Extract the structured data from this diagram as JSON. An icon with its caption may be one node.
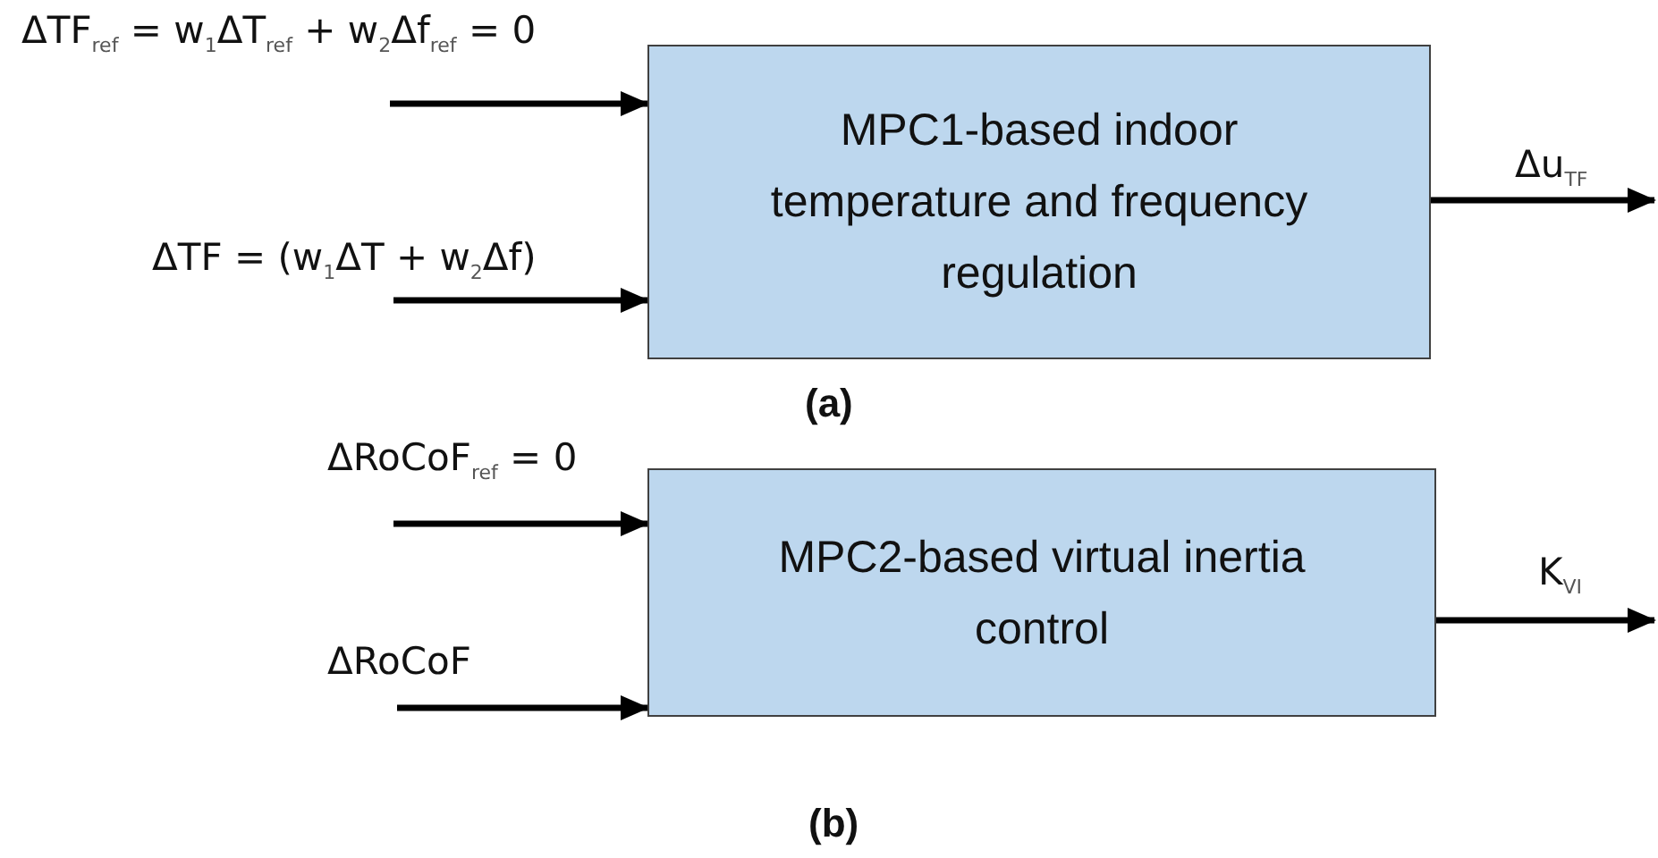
{
  "diagram": {
    "nodes": [
      {
        "text": [
          "MPC1-based indoor temperature and frequency regulation"
        ]
      },
      {
        "text": [
          "MPC2-based virtual inertia control"
        ]
      }
    ],
    "edges": [
      {
        "from": null,
        "to": 0,
        "arrow": "to",
        "label": "ΔTF$_{ref}$ = w$_{1}$ΔT$_{ref}$ + w$_{2}$Δf$_{ref}$ = 0"
      },
      {
        "from": null,
        "to": 0,
        "arrow": "to",
        "label": "ΔTF = (w$_{1}$ΔT + w$_{2}$Δf)"
      },
      {
        "from": 0,
        "to": null,
        "arrow": "to",
        "label": "Δu$_{TF}$"
      },
      {
        "from": null,
        "to": 1,
        "arrow": "to",
        "label": "ΔRoCoF$_{ref}$ = 0"
      },
      {
        "from": null,
        "to": 1,
        "arrow": "to",
        "label": "ΔRoCoF"
      },
      {
        "from": 1,
        "to": null,
        "arrow": "to",
        "label": "K$_{VI}$"
      }
    ],
    "labels": [
      "(a)",
      "(b)"
    ]
  }
}
